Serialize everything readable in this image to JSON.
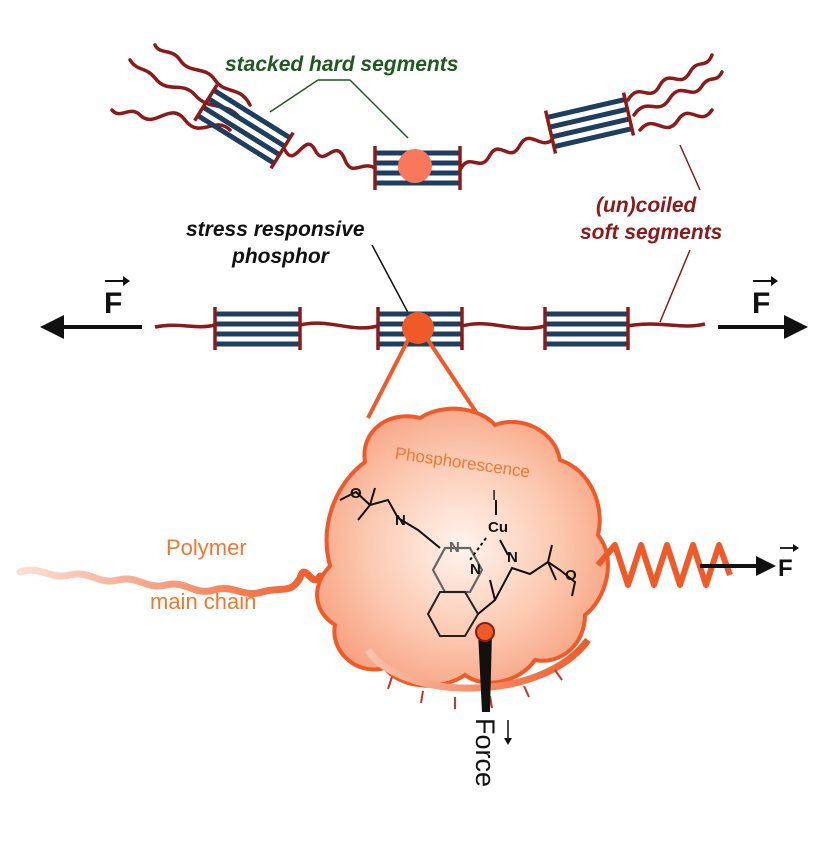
{
  "labels": {
    "stacked_hard_segments": "stacked hard segments",
    "stress_responsive_line1": "stress responsive",
    "stress_responsive_line2": "phosphor",
    "uncoiled_line1": "(un)coiled",
    "uncoiled_line2": "soft segments",
    "force_left": "F",
    "force_right": "F",
    "phosphorescence": "Phosphorescence",
    "polymer_line1": "Polymer",
    "polymer_line2": "main chain",
    "force_bottom": "Force",
    "force_small": "F"
  },
  "chemistry": {
    "cu": "Cu",
    "iodide": "I",
    "n1": "N",
    "n2": "N",
    "n3": "N",
    "n4": "N",
    "o1": "O",
    "o2": "O"
  },
  "colors": {
    "dark_red": "#8b1a1a",
    "navy": "#1f3d5c",
    "orange": "#f05a28",
    "light_orange": "#f8a888",
    "label_green": "#1e5a1e"
  }
}
